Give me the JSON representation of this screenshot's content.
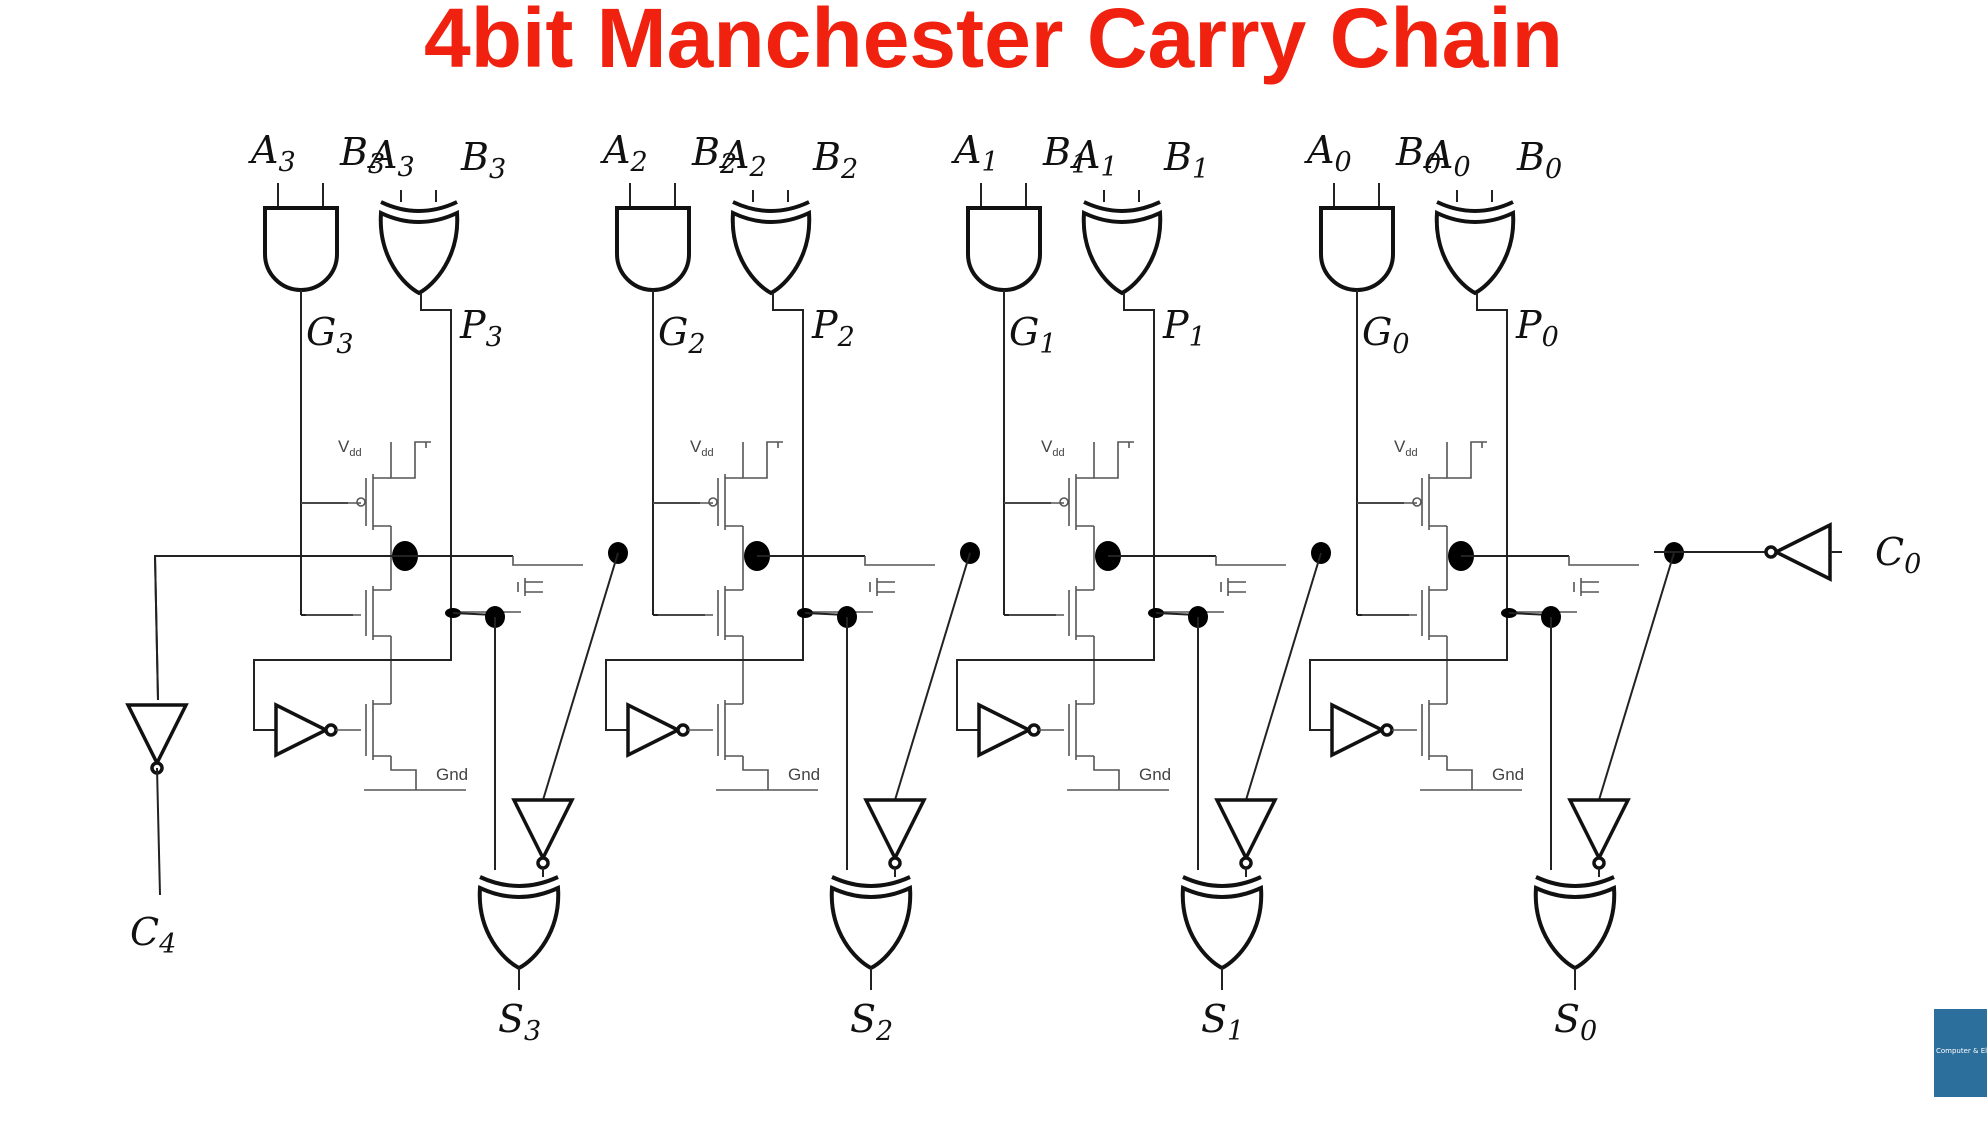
{
  "title": "4bit  Manchester Carry Chain",
  "colors": {
    "title": "#f0220f",
    "wire": "#222222",
    "badge": "#2c6f9c"
  },
  "stages": [
    {
      "a": "A",
      "b": "B",
      "idx": "3",
      "g": "G",
      "p": "P",
      "s": "S"
    },
    {
      "a": "A",
      "b": "B",
      "idx": "2",
      "g": "G",
      "p": "P",
      "s": "S"
    },
    {
      "a": "A",
      "b": "B",
      "idx": "1",
      "g": "G",
      "p": "P",
      "s": "S"
    },
    {
      "a": "A",
      "b": "B",
      "idx": "0",
      "g": "G",
      "p": "P",
      "s": "S"
    }
  ],
  "supply": {
    "vdd_main": "V",
    "vdd_sub": "dd",
    "gnd": "Gnd"
  },
  "carry_in": {
    "letter": "C",
    "idx": "0"
  },
  "carry_out": {
    "letter": "C",
    "idx": "4"
  },
  "badge": {
    "text": "Computer & El",
    "icon": "circuit-board-logo"
  }
}
